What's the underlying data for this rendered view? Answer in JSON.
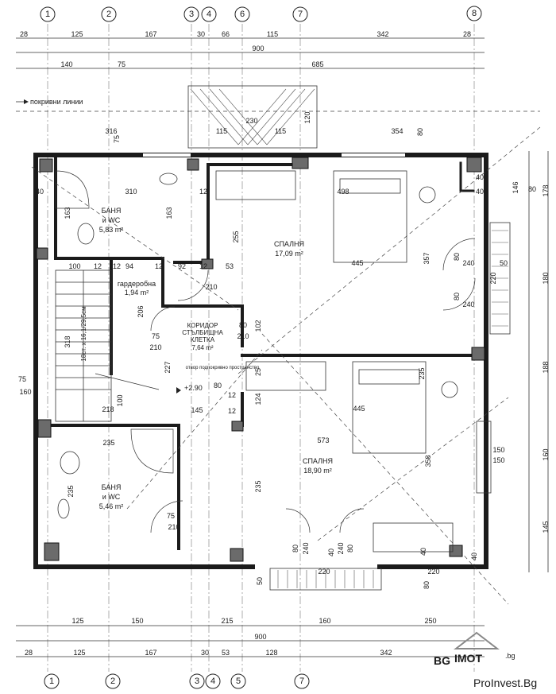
{
  "axes_top": [
    {
      "id": "a1",
      "label": "1"
    },
    {
      "id": "a2",
      "label": "2"
    },
    {
      "id": "a3",
      "label": "3"
    },
    {
      "id": "a4",
      "label": "4"
    },
    {
      "id": "a6",
      "label": "6"
    },
    {
      "id": "a7",
      "label": "7"
    },
    {
      "id": "a8",
      "label": "8"
    }
  ],
  "axes_bottom": [
    {
      "id": "b1",
      "label": "1"
    },
    {
      "id": "b2",
      "label": "2"
    },
    {
      "id": "b3",
      "label": "3"
    },
    {
      "id": "b4",
      "label": "4"
    },
    {
      "id": "b5",
      "label": "5"
    },
    {
      "id": "b7",
      "label": "7"
    }
  ],
  "dimensions": {
    "top_row1": [
      "28",
      "125",
      "167",
      "30",
      "66",
      "115",
      "342",
      "28"
    ],
    "top_total": "900",
    "top_row2": [
      "140",
      "75",
      "685"
    ],
    "top_misc": [
      "115",
      "230",
      "115",
      "120",
      "316",
      "354",
      "80",
      "75"
    ],
    "right": [
      "146",
      "178",
      "80",
      "180",
      "188",
      "160",
      "145"
    ],
    "bottom_row1": [
      "125",
      "150",
      "215",
      "160",
      "250"
    ],
    "bottom_total": "900",
    "bottom_row2": [
      "28",
      "125",
      "167",
      "30",
      "53",
      "128",
      "342"
    ],
    "interior": [
      "40",
      "310",
      "163",
      "163",
      "498",
      "40",
      "40",
      "255",
      "357",
      "445",
      "12",
      "12",
      "92",
      "12",
      "53",
      "100",
      "12",
      "94",
      "12",
      "206",
      "210",
      "80",
      "240",
      "50",
      "220",
      "80",
      "240",
      "75",
      "210",
      "80",
      "102",
      "210",
      "227",
      "318",
      "18ст. x 16,1/29,5см",
      "75",
      "160",
      "25",
      "235",
      "80",
      "12",
      "124",
      "445",
      "218",
      "100",
      "145",
      "12",
      "235",
      "573",
      "358",
      "150",
      "150",
      "235",
      "75",
      "210",
      "235",
      "80",
      "240",
      "40",
      "240",
      "80",
      "40",
      "50",
      "220",
      "220",
      "80",
      "40"
    ]
  },
  "notes": {
    "roof_lines": "покривни линии",
    "open_space": "отвор подпокривно пространство",
    "level": "+2.90"
  },
  "rooms": [
    {
      "id": "bath1",
      "name": "БАНЯ",
      "sub": "и WC",
      "area": "5,83 m²"
    },
    {
      "id": "bed1",
      "name": "СПАЛНЯ",
      "area": "17,09 m²"
    },
    {
      "id": "wardrobe",
      "name": "гардеробна",
      "area": "1,94 m²"
    },
    {
      "id": "corridor",
      "name": "КОРИДОР",
      "sub": "СТЪЛБИЩНА",
      "sub2": "КЛЕТКА",
      "area": "7,64 m²"
    },
    {
      "id": "bed2",
      "name": "СПАЛНЯ",
      "area": "18,90 m²"
    },
    {
      "id": "bath2",
      "name": "БАНЯ",
      "sub": "и WC",
      "area": "5,46 m²"
    }
  ],
  "watermark": {
    "brand_left": "BG",
    "brand_right": "IMOT",
    "brand_tld": ".bg",
    "site": "ProInvest.Bg"
  }
}
